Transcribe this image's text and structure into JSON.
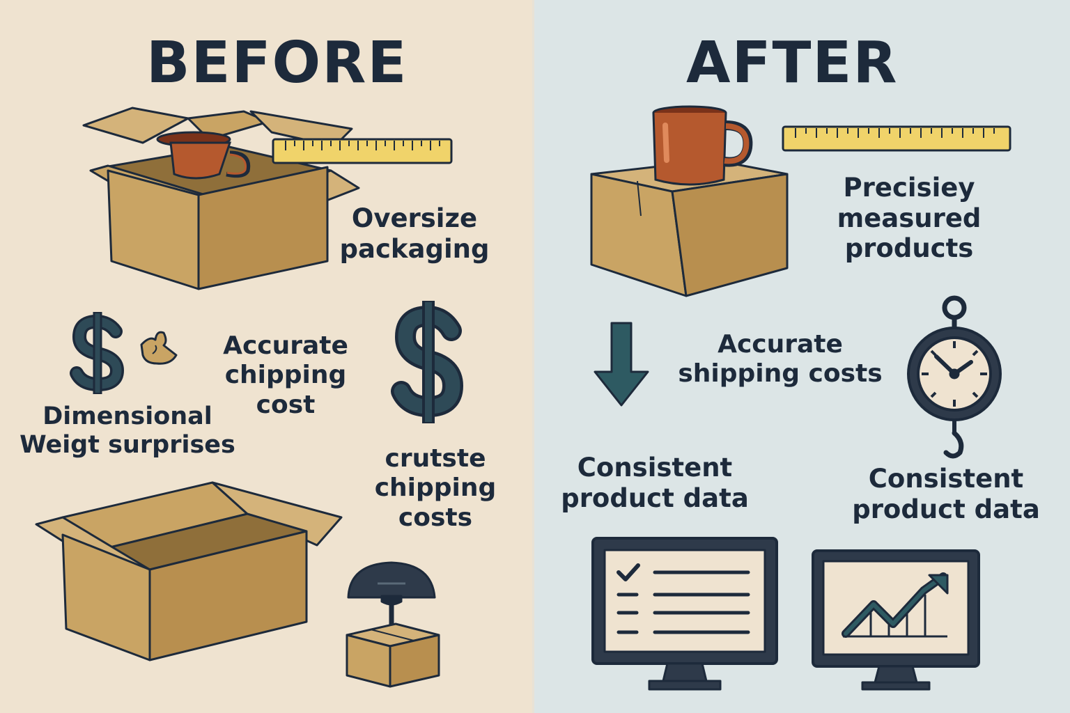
{
  "before": {
    "title": "BEFORE",
    "labels": {
      "oversize": "Oversize\npackaging",
      "dimensional": "Dimensional\nWeigt surprises",
      "accurate": "Accurate\nchipping\ncost",
      "crutste": "crutste\nchipping\ncosts"
    }
  },
  "after": {
    "title": "AFTER",
    "labels": {
      "precisely": "Precisiey\nmeasured\nproducts",
      "accurate": "Accurate\nshipping costs",
      "consistent_left": "Consistent\nproduct data",
      "consistent_right": "Consistent\nproduct data"
    }
  },
  "colors": {
    "before_bg": "#efe3d0",
    "after_bg": "#dce5e6",
    "ink": "#1d2a3b",
    "cardboard": "#c9a464",
    "mug": "#b5592e",
    "ruler": "#f0d36a",
    "teal": "#2e4a57"
  },
  "icons": [
    "open-box-icon",
    "mug-icon",
    "ruler-icon",
    "dollar-icon",
    "bag-icon",
    "desk-lamp-icon",
    "closed-box-icon",
    "down-arrow-icon",
    "hanging-scale-icon",
    "checklist-monitor-icon",
    "growth-chart-monitor-icon"
  ]
}
